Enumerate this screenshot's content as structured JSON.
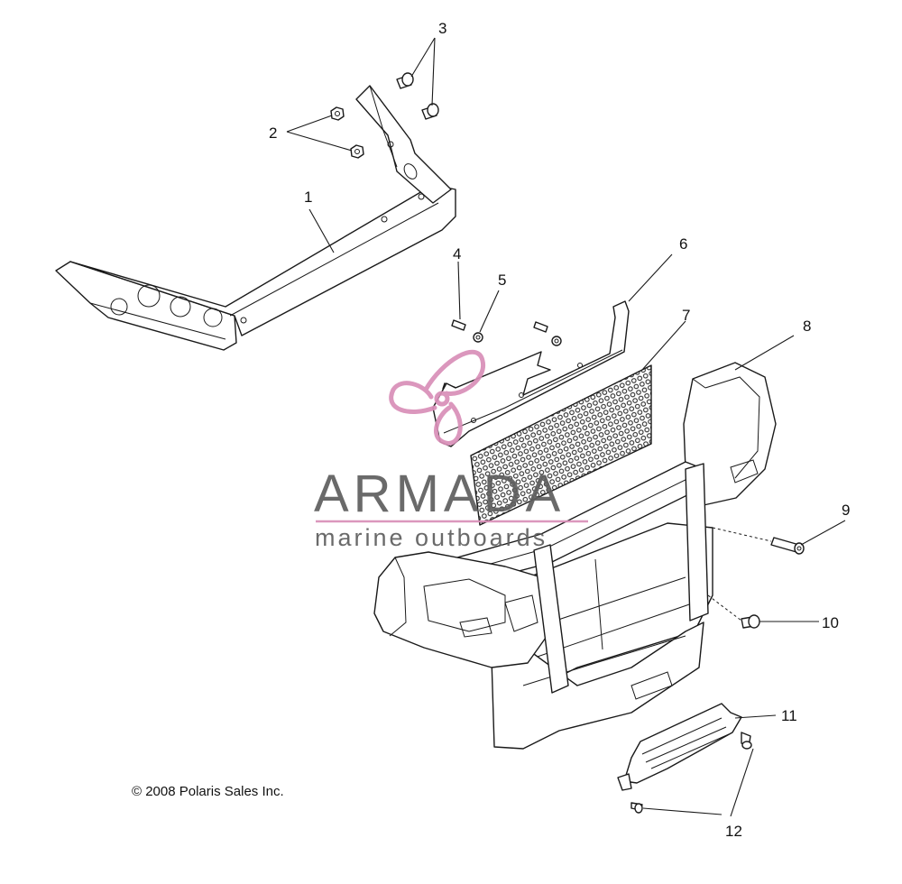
{
  "callouts": [
    "1",
    "2",
    "3",
    "4",
    "5",
    "6",
    "7",
    "8",
    "9",
    "10",
    "11",
    "12"
  ],
  "copyright": "© 2008 Polaris Sales Inc.",
  "watermark": {
    "name": "ARMADA",
    "tagline": "marine outboards",
    "color": "#d98fb8"
  },
  "colors": {
    "line": "#1a1a1a",
    "watermark_text": "#5e5e5e",
    "watermark_accent": "#d98fb8"
  }
}
